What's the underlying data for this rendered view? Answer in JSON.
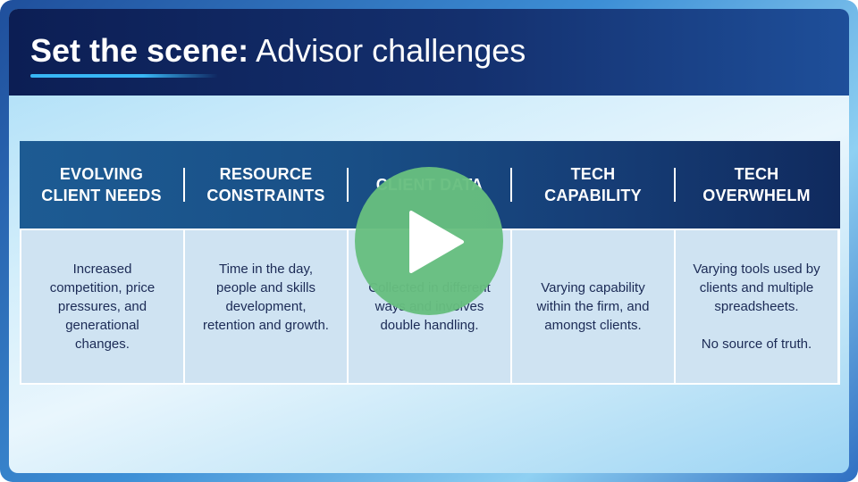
{
  "slide": {
    "title_bold": "Set the scene:",
    "title_light": "Advisor challenges"
  },
  "columns": [
    {
      "header": "EVOLVING\nCLIENT NEEDS",
      "body": "Increased\ncompetition, price\npressures, and\ngenerational\nchanges."
    },
    {
      "header": "RESOURCE\nCONSTRAINTS",
      "body": "Time in the day,\npeople and skills\ndevelopment,\nretention and growth.\n\n"
    },
    {
      "header": "CLIENT DATA",
      "body": "Collected in different\nways and involves\ndouble handling."
    },
    {
      "header": "TECH\nCAPABILITY",
      "body": "Varying capability\nwithin the firm, and\namongst clients."
    },
    {
      "header": "TECH\nOVERWHELM",
      "body": "Varying tools used by\nclients and multiple\nspreadsheets.\n\nNo source of truth."
    }
  ],
  "video": {
    "play_button_color": "#67be7f",
    "icon": "play-icon"
  }
}
